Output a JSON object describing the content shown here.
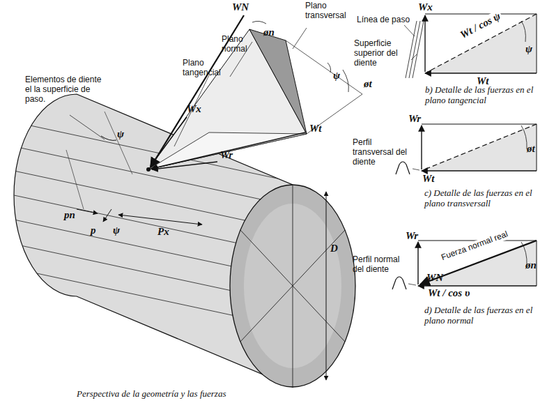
{
  "diagram": {
    "labels": [
      "WN",
      "øn",
      "Plano transversal",
      "Plano normal",
      "øt",
      "ψ",
      "Plano tangencial",
      "Elementos de diente el la superficie de paso.",
      "Wx",
      "ψ",
      "Wr",
      "Wt",
      "ψ",
      "pn",
      "p",
      "Px",
      "D",
      "Perspectiva de la geometría y las fuerzas",
      "Wx",
      "Línea de paso",
      "Wt / cos ψ",
      "ψ",
      "Superficie superior del diente",
      "Wt",
      "b) Detalle de las fuerzas en el plano tangencial",
      "Wr",
      "øt",
      "Perfil transversal del diente",
      "Wt",
      "c) Detalle de las fuerzas en el plano transversall",
      "Wr",
      "øn",
      "Perfil normal del diente",
      "Fuerza normal real",
      "WN",
      "Wt / cos υ",
      "d) Detalle de las fuerzas en el plano normal"
    ]
  }
}
